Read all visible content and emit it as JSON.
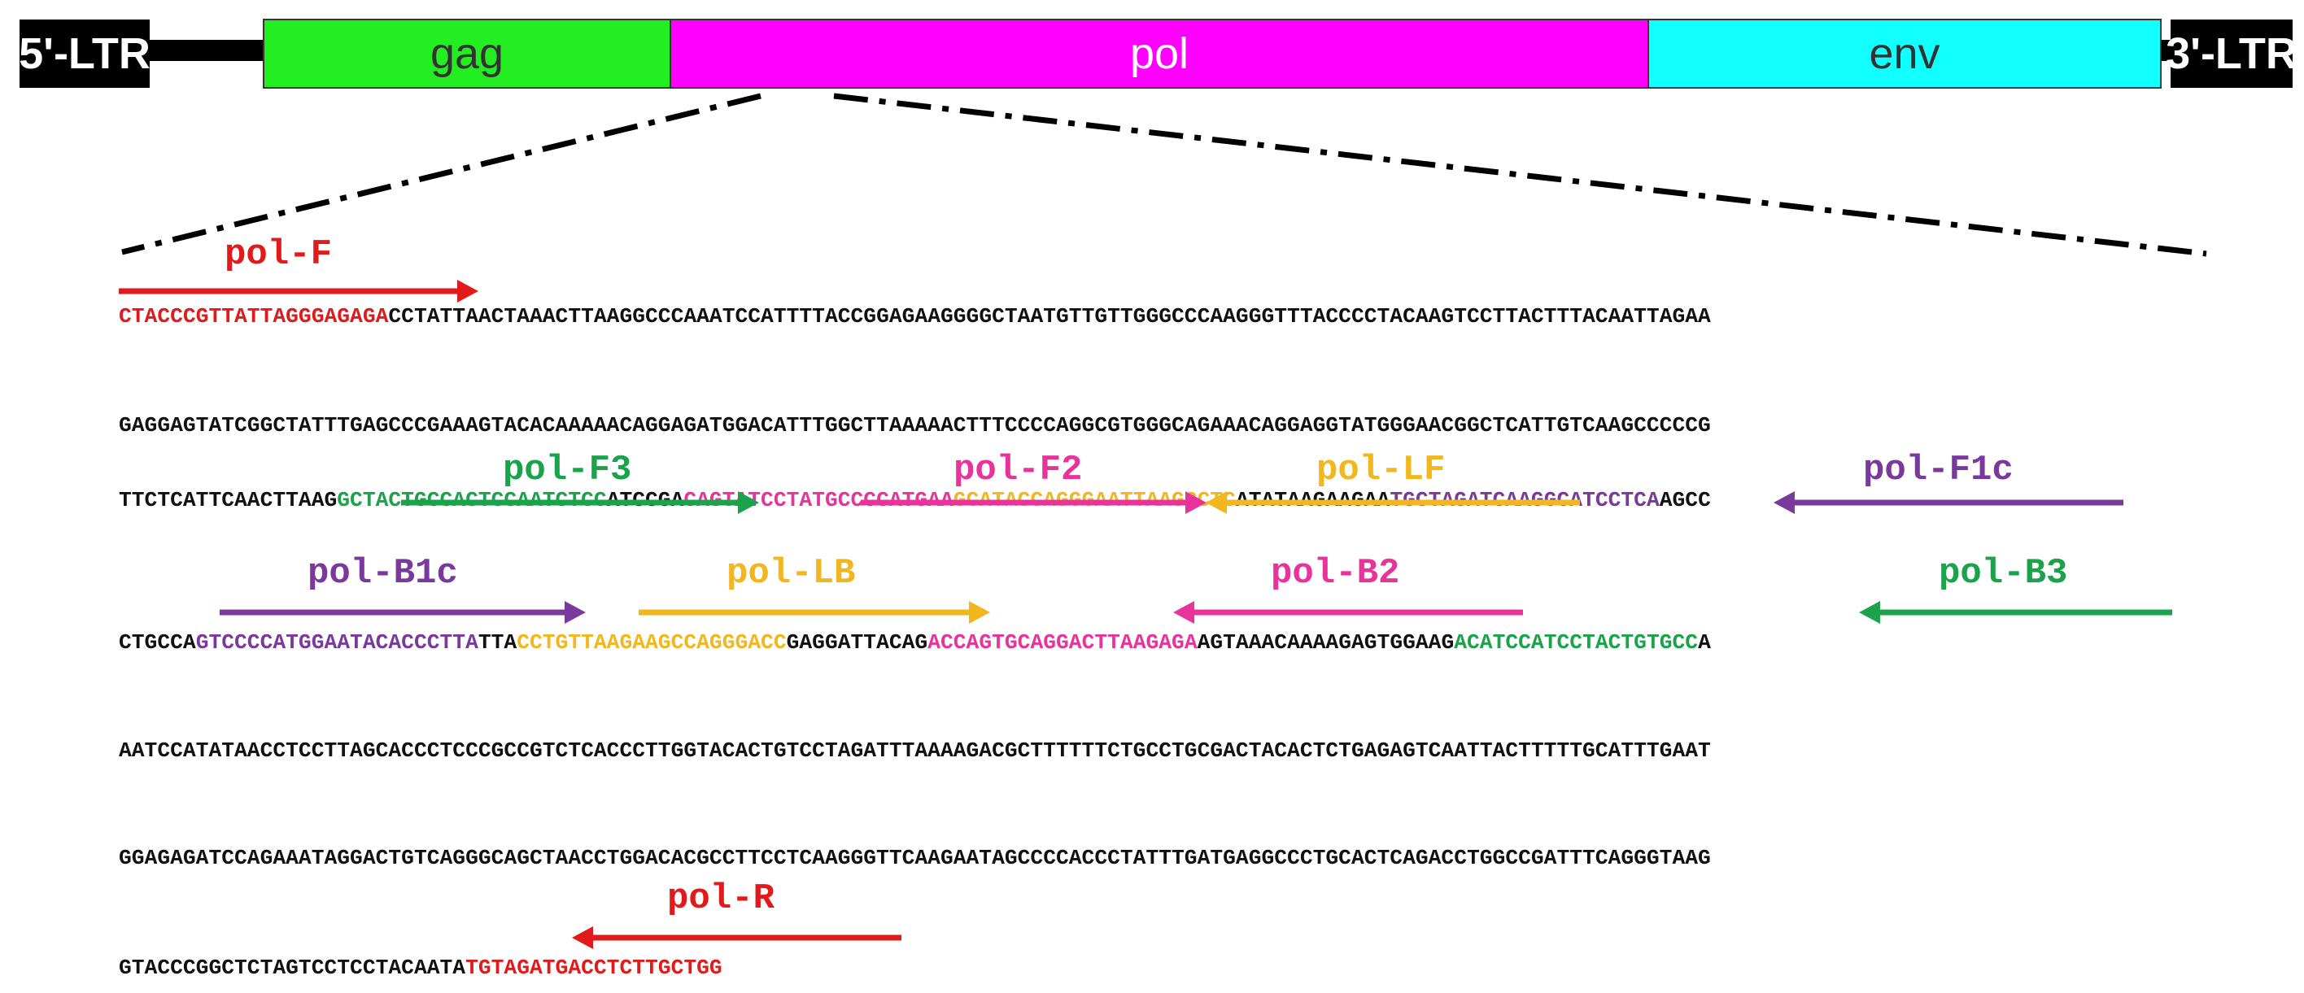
{
  "genome": {
    "ltr5": "5'-LTR",
    "ltr3": "3'-LTR",
    "genes": [
      {
        "name": "gag",
        "color": "#22ee22",
        "text_color": "#333333"
      },
      {
        "name": "pol",
        "color": "#ff00ff",
        "text_color": "#ffffff"
      },
      {
        "name": "env",
        "color": "#11ffff",
        "text_color": "#333333"
      }
    ]
  },
  "sequence": {
    "lines": [
      [
        {
          "t": "CTACCCGTTATTAGGGAGAGA",
          "c": "#e11b1b"
        },
        {
          "t": "CCTATTAACTAAACTTAAGGCCCAAATCCATTTTACCGGAGAAGGGGCTAATGTTGTTGGGCCCAAGGGTTTACCCCTACAAGTCCTTACTTTACAATTAGAA",
          "c": ""
        }
      ],
      [
        {
          "t": "GAGGAGTATCGGCTATTTGAGCCCGAAAGTACACAAAAACAGGAGATGGACATTTGGCTTAAAAACTTTCCCCAGGCGTGGGCAGAAACAGGAGGTATGGGAACGGCTCATTGTCAAGCCCCCG",
          "c": ""
        }
      ],
      [
        {
          "t": "TTCTCATTCAACTTAAG",
          "c": ""
        },
        {
          "t": "GCTACTGCCACTCCAATCTCC",
          "c": "#1aa34a"
        },
        {
          "t": "ATCCGA",
          "c": ""
        },
        {
          "t": "CAGTATCCTATGCCCCATGAA",
          "c": "#e8349a"
        },
        {
          "t": "GCATACCAGGGAATTAAGCCTC",
          "c": "#f2b61f"
        },
        {
          "t": "ATATAAGAAGAA",
          "c": ""
        },
        {
          "t": "TGCTAGATCAAGGCATCCTCA",
          "c": "#7a3a9c"
        },
        {
          "t": "AGCC",
          "c": ""
        }
      ],
      [
        {
          "t": "CTGCCA",
          "c": ""
        },
        {
          "t": "GTCCCCATGGAATACACCCTTA",
          "c": "#7a3a9c"
        },
        {
          "t": "TTA",
          "c": ""
        },
        {
          "t": "CCTGTTAAGAAGCCAGGGACC",
          "c": "#f2b61f"
        },
        {
          "t": "GAGGATTACAG",
          "c": ""
        },
        {
          "t": "ACCAGTGCAGGACTTAAGAGA",
          "c": "#e8349a"
        },
        {
          "t": "AGTAAACAAAAGAGTGGAAG",
          "c": ""
        },
        {
          "t": "ACATCCATCCTACTGTGCC",
          "c": "#1aa34a"
        },
        {
          "t": "A",
          "c": ""
        }
      ],
      [
        {
          "t": "AATCCATATAACCTCCTTAGCACCCTCCCGCCGTCTCACCCTTGGTACACTGTCCTAGATTTAAAAGACGCTTTTTTCTGCCTGCGACTACACTCTGAGAGTCAATTACTTTTTGCATTTGAAT",
          "c": ""
        }
      ],
      [
        {
          "t": "GGAGAGATCCAGAAATAGGACTGTCAGGGCAGCTAACCTGGACACGCCTTCCTCAAGGGTTCAAGAATAGCCCCACCCTATTTGATGAGGCCCTGCACTCAGACCTGGCCGATTTCAGGGTAAG",
          "c": ""
        }
      ],
      [
        {
          "t": "GTACCCGGCTCTAGTCCTCCTACAATA",
          "c": ""
        },
        {
          "t": "TGTAGATGACCTCTTGCTGG",
          "c": "#e11b1b"
        }
      ]
    ]
  },
  "primers": [
    {
      "label": "pol-F",
      "color": "#e11b1b",
      "direction": "forward"
    },
    {
      "label": "pol-F3",
      "color": "#1aa34a",
      "direction": "forward"
    },
    {
      "label": "pol-F2",
      "color": "#e8349a",
      "direction": "forward"
    },
    {
      "label": "pol-LF",
      "color": "#f2b61f",
      "direction": "reverse"
    },
    {
      "label": "pol-F1c",
      "color": "#7a3a9c",
      "direction": "reverse"
    },
    {
      "label": "pol-B1c",
      "color": "#7a3a9c",
      "direction": "forward"
    },
    {
      "label": "pol-LB",
      "color": "#f2b61f",
      "direction": "forward"
    },
    {
      "label": "pol-B2",
      "color": "#e8349a",
      "direction": "reverse"
    },
    {
      "label": "pol-B3",
      "color": "#1aa34a",
      "direction": "reverse"
    },
    {
      "label": "pol-R",
      "color": "#e11b1b",
      "direction": "reverse"
    }
  ]
}
